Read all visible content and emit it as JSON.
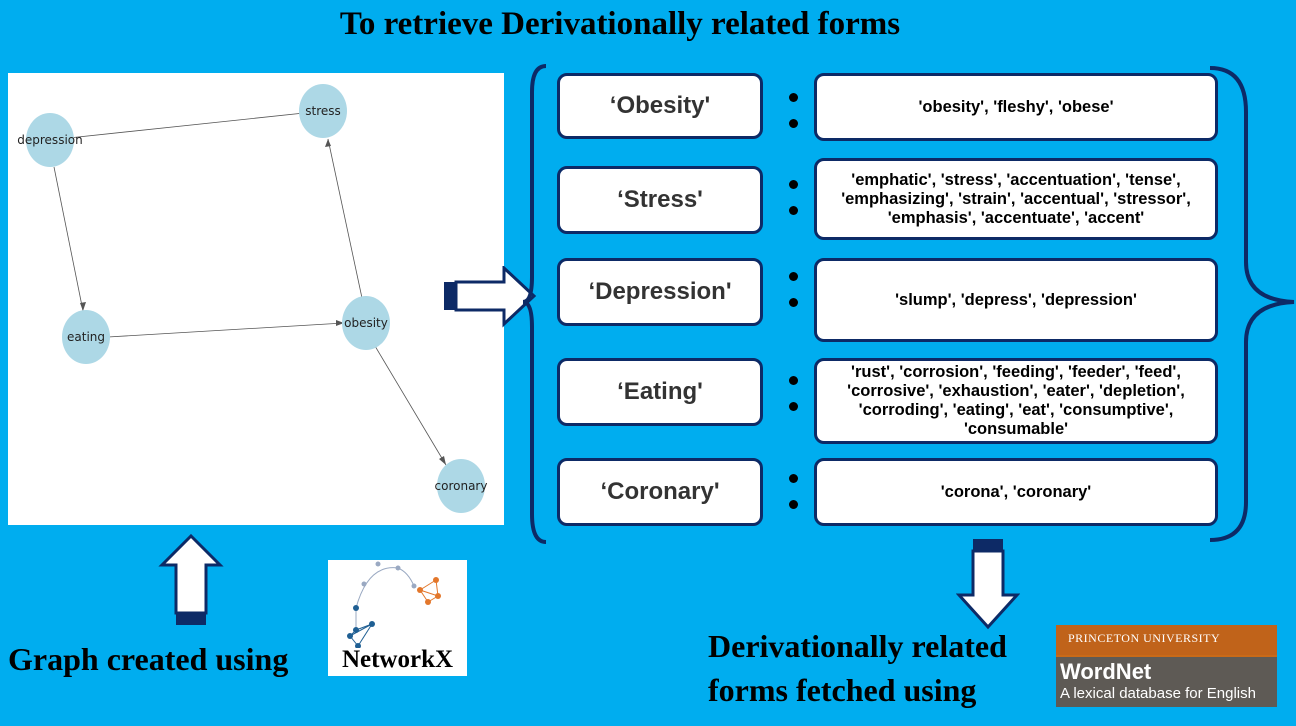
{
  "title": "To retrieve Derivationally related forms",
  "graph": {
    "nodes": [
      "depression",
      "stress",
      "eating",
      "obesity",
      "coronary"
    ]
  },
  "rows": [
    {
      "term": "‘Obesity'",
      "forms": "'obesity', 'fleshy', 'obese'"
    },
    {
      "term": "‘Stress'",
      "forms": "'emphatic', 'stress', 'accentuation', 'tense', 'emphasizing', 'strain', 'accentual', 'stressor', 'emphasis', 'accentuate', 'accent'"
    },
    {
      "term": "‘Depression'",
      "forms": "'slump', 'depress', 'depression'"
    },
    {
      "term": "‘Eating'",
      "forms": "'rust', 'corrosion', 'feeding', 'feeder', 'feed', 'corrosive', 'exhaustion', 'eater', 'depletion', 'corroding', 'eating', 'eat', 'consumptive', 'consumable'"
    },
    {
      "term": "‘Coronary'",
      "forms": "'corona', 'coronary'"
    }
  ],
  "captions": {
    "graph_created": "Graph created using",
    "forms_fetched_line1": "Derivationally related",
    "forms_fetched_line2": "forms fetched using"
  },
  "logos": {
    "networkx": "NetworkX",
    "wordnet_university": "PRINCETON UNIVERSITY",
    "wordnet_name": "WordNet",
    "wordnet_tagline": "A lexical database for English"
  },
  "colors": {
    "background": "#00adef",
    "box_border": "#0d2a66",
    "node_fill": "#add8e6",
    "arrow_border": "#0d2a66"
  }
}
